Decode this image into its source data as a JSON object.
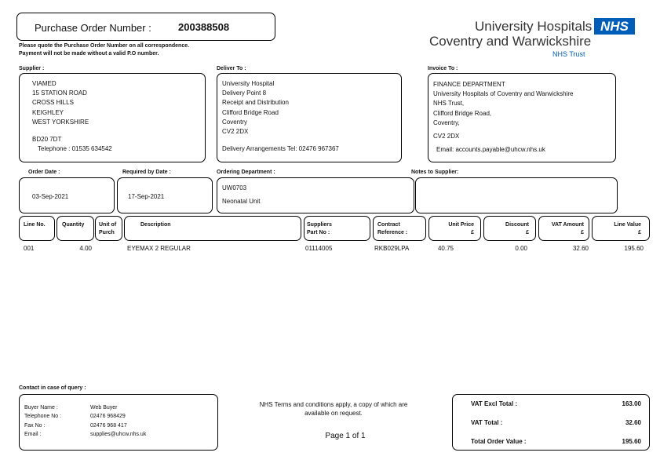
{
  "po": {
    "label": "Purchase Order Number :",
    "number": "200388508",
    "note1": "Please quote the Purchase Order Number on all correspondence.",
    "note2": "Payment will not be made without a valid P.O number."
  },
  "logo": {
    "line1": "University Hospitals",
    "line2": "Coventry and Warwickshire",
    "badge": "NHS",
    "trust": "NHS Trust",
    "brand_color": "#005EB8"
  },
  "supplier": {
    "label": "Supplier :",
    "lines": [
      "VIAMED",
      "15 STATION ROAD",
      "CROSS HILLS",
      "KEIGHLEY",
      "WEST YORKSHIRE"
    ],
    "postcode": "BD20 7DT",
    "telephone": "Telephone : 01535 634542"
  },
  "deliver": {
    "label": "Deliver To :",
    "lines": [
      "University Hospital",
      "Delivery Point 8",
      "Receipt and Distribution",
      "Clifford Bridge Road",
      "Coventry",
      "CV2 2DX"
    ],
    "arrangements": "Delivery Arrangements Tel: 02476 967367"
  },
  "invoice": {
    "label": "Invoice To :",
    "lines": [
      "FINANCE DEPARTMENT",
      "University Hospitals of Coventry and Warwickshire",
      "NHS Trust,",
      "Clifford Bridge Road,",
      "Coventry,"
    ],
    "postcode": "CV2 2DX",
    "email": "Email: accounts.payable@uhcw.nhs.uk"
  },
  "order": {
    "date_label": "Order Date :",
    "date": "03-Sep-2021",
    "required_label": "Required by Date :",
    "required": "17-Sep-2021",
    "dept_label": "Ordering Department :",
    "dept_code": "UW0703",
    "dept_name": "Neonatal Unit",
    "notes_label": "Notes to Supplier:"
  },
  "table": {
    "headers": {
      "line_no": "Line No.",
      "quantity": "Quantity",
      "unit1": "Unit of",
      "unit2": "Purch",
      "description": "Description",
      "supp1": "Suppliers",
      "supp2": "Part No :",
      "contract1": "Contract",
      "contract2": "Reference :",
      "price1": "Unit Price",
      "price2": "£",
      "discount1": "Discount",
      "discount2": "£",
      "vat1": "VAT Amount",
      "vat2": "£",
      "value1": "Line Value",
      "value2": "£"
    },
    "rows": [
      {
        "line_no": "001",
        "quantity": "4.00",
        "unit": "",
        "description": "EYEMAX 2 REGULAR",
        "part_no": "01114005",
        "contract": "RKB029LPA",
        "unit_price": "40.75",
        "discount": "0.00",
        "vat": "32.60",
        "value": "195.60"
      }
    ]
  },
  "contact": {
    "label": "Contact in case of query :",
    "buyer_label": "Buyer Name :",
    "buyer": "Web Buyer",
    "tel_label": "Telephone No :",
    "tel": "02476 968429",
    "fax_label": "Fax No :",
    "fax": "02476 968 417",
    "email_label": "Email :",
    "email": "supplies@uhcw.nhs.uk"
  },
  "footer": {
    "terms1": "NHS Terms and conditions apply, a copy of which are",
    "terms2": "available on request.",
    "page": "Page 1 of 1"
  },
  "totals": {
    "excl_label": "VAT Excl Total :",
    "excl": "163.00",
    "vat_label": "VAT Total :",
    "vat": "32.60",
    "order_label": "Total Order Value :",
    "order": "195.60"
  }
}
